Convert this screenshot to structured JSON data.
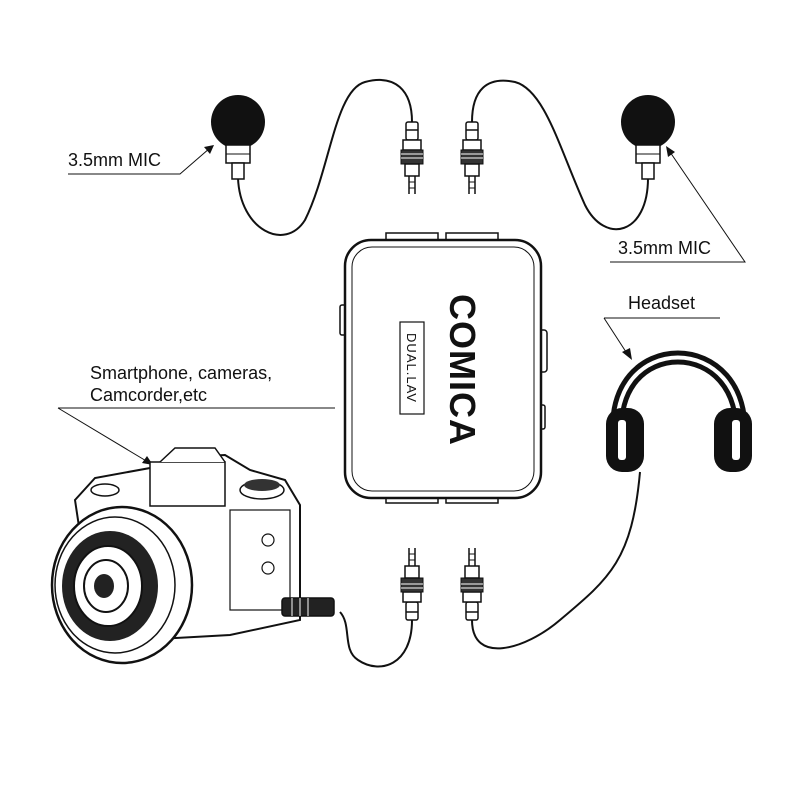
{
  "labels": {
    "mic_left": "3.5mm MIC",
    "mic_right": "3.5mm MIC",
    "headset": "Headset",
    "devices_line1": "Smartphone, cameras,",
    "devices_line2": "Camcorder,etc"
  },
  "device": {
    "brand": "COMICA",
    "model": "DUAL.LAV"
  },
  "icons": [
    "lavalier-mic-icon",
    "trs-plug-icon",
    "headphones-icon",
    "dslr-camera-icon"
  ]
}
